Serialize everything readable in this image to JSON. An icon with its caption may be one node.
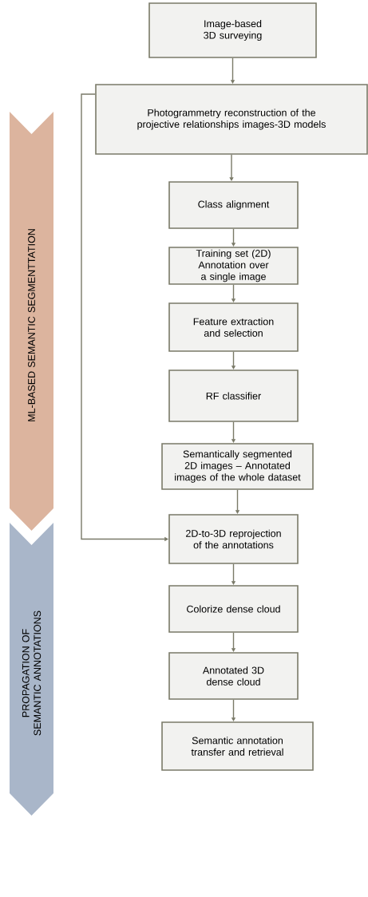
{
  "diagram": {
    "nodes": [
      {
        "text": [
          "Image-based 3D surveying"
        ]
      },
      {
        "text": [
          "Photogrammetry reconstruction of the projective relationships images-3D models"
        ]
      },
      {
        "text": [
          "Class alignment"
        ]
      },
      {
        "text": [
          "Training set (2D) Annotation over a single image"
        ]
      },
      {
        "text": [
          "Feature extraction and selection"
        ]
      },
      {
        "text": [
          "RF classifier"
        ]
      },
      {
        "text": [
          "Semantically segmented 2D images – Annotated images of the whole dataset"
        ]
      },
      {
        "text": [
          "2D-to-3D reprojection of the annotations"
        ]
      },
      {
        "text": [
          "Colorize dense cloud"
        ]
      },
      {
        "text": [
          "Annotated 3D dense cloud"
        ]
      },
      {
        "text": [
          "Semantic annotation transfer and retrieval"
        ]
      },
      {
        "text": [
          "ML-BASED SEMANTIC SEGMENTTATION"
        ]
      },
      {
        "text": [
          "PROPAGATION OF SEMANTIC ANNOTATIONS"
        ]
      }
    ],
    "edges": [
      {
        "from": 0,
        "to": 1,
        "arrow": "to"
      },
      {
        "from": 1,
        "to": 2,
        "arrow": "to"
      },
      {
        "from": 2,
        "to": 3,
        "arrow": "to"
      },
      {
        "from": 3,
        "to": 4,
        "arrow": "to"
      },
      {
        "from": 4,
        "to": 5,
        "arrow": "to"
      },
      {
        "from": 5,
        "to": 6,
        "arrow": "to"
      },
      {
        "from": 6,
        "to": 7,
        "arrow": "to"
      },
      {
        "from": 7,
        "to": 8,
        "arrow": "to"
      },
      {
        "from": 8,
        "to": 9,
        "arrow": "to"
      },
      {
        "from": 9,
        "to": 10,
        "arrow": "to"
      },
      {
        "from": 1,
        "to": 7,
        "arrow": "to"
      }
    ]
  }
}
